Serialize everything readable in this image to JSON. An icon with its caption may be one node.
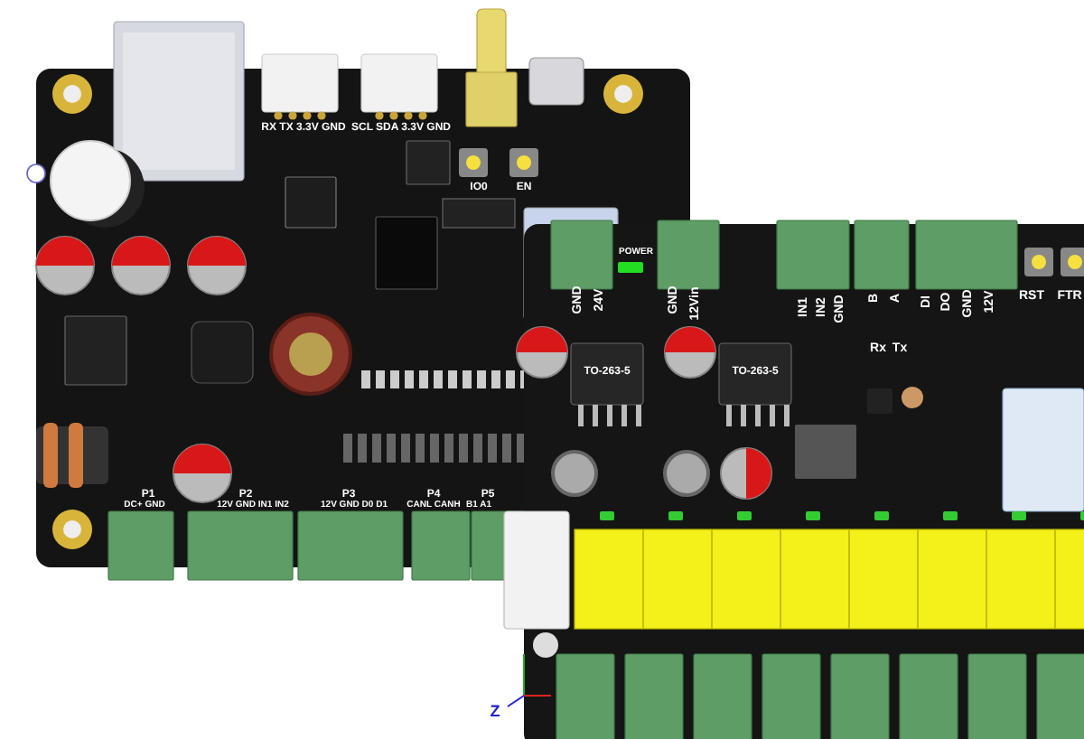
{
  "diagram": {
    "labels": [
      "RX TX 3.3V GND",
      "SCL SDA 3.3V GND",
      "IO0",
      "EN",
      "POWER",
      "GND",
      "24V",
      "GND",
      "12Vin",
      "IN1",
      "IN2",
      "GND",
      "B",
      "A",
      "DI",
      "DO",
      "GND",
      "12V",
      "RST",
      "FTR",
      "Rx",
      "Tx",
      "TO-263-5",
      "TO-263-5",
      "P1",
      "P2",
      "P3",
      "P4",
      "P5",
      "DC+ GND",
      "12V GND IN1 IN2",
      "12V GND D0 D1",
      "CANL CANH",
      "B1 A1",
      "Z"
    ]
  }
}
